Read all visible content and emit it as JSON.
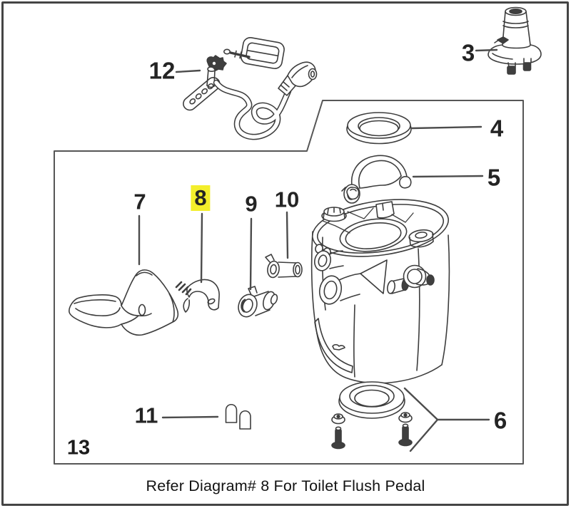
{
  "diagram": {
    "caption": "Refer Diagram# 8 For Toilet Flush Pedal",
    "sheet_label": "13",
    "highlighted_callout": "8",
    "colors": {
      "background": "#ffffff",
      "line_art": "#3d3d3d",
      "leader_line": "#4c4c4c",
      "frame_border": "#454545",
      "panel_border": "#565656",
      "highlight_yellow": "#f3ee2b",
      "text": "#242424"
    },
    "callouts": {
      "c3": "3",
      "c4": "4",
      "c5": "5",
      "c6": "6",
      "c7": "7",
      "c8": "8",
      "c9": "9",
      "c10": "10",
      "c11": "11",
      "c12": "12"
    }
  }
}
